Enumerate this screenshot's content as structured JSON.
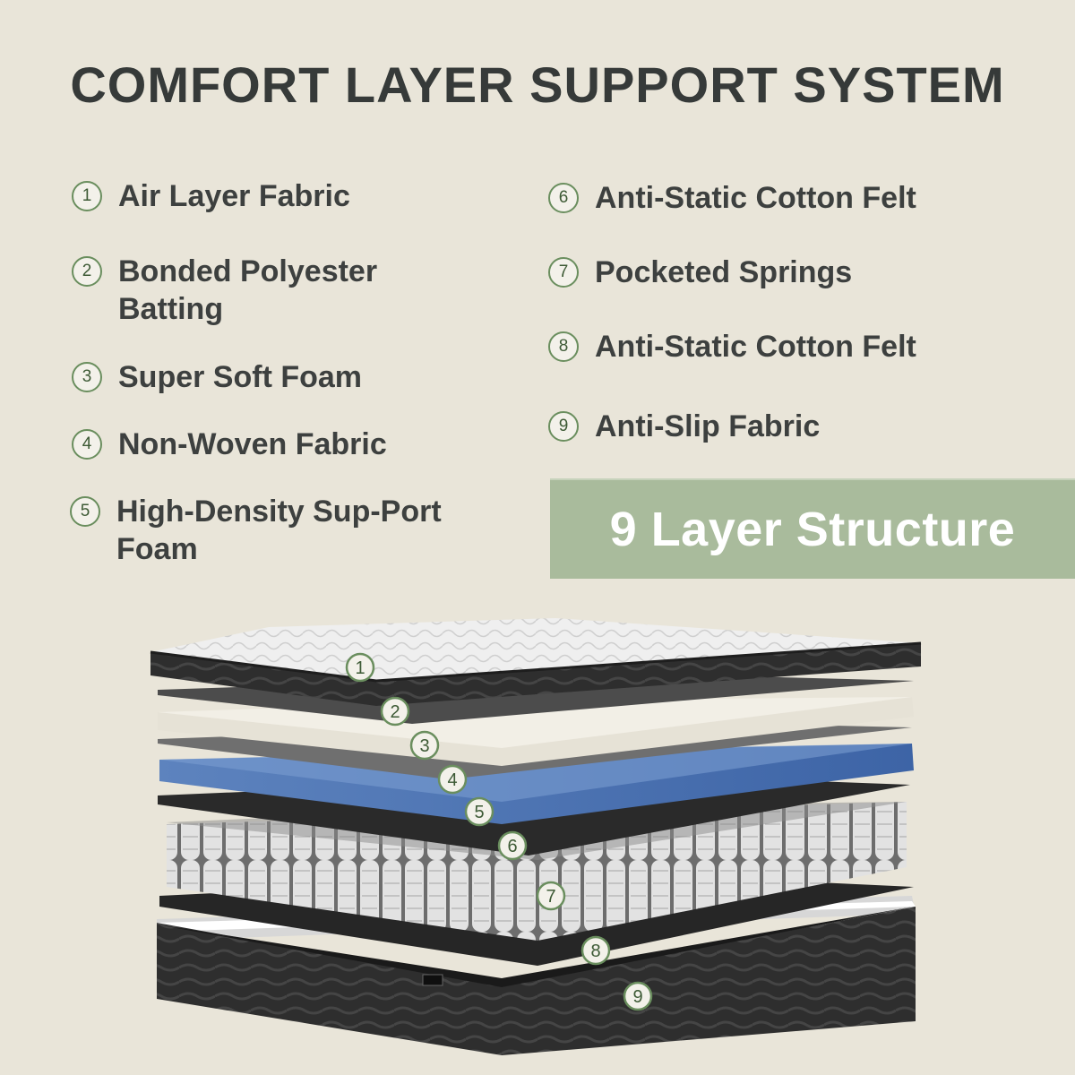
{
  "title": "COMFORT LAYER SUPPORT SYSTEM",
  "layers": [
    {
      "num": "1",
      "label": "Air Layer Fabric"
    },
    {
      "num": "2",
      "label": "Bonded Polyester Batting"
    },
    {
      "num": "3",
      "label": "Super Soft Foam"
    },
    {
      "num": "4",
      "label": "Non-Woven Fabric"
    },
    {
      "num": "5",
      "label": "High-Density Sup-Port Foam"
    },
    {
      "num": "6",
      "label": "Anti-Static Cotton Felt"
    },
    {
      "num": "7",
      "label": "Pocketed Springs"
    },
    {
      "num": "8",
      "label": "Anti-Static Cotton Felt"
    },
    {
      "num": "9",
      "label": "Anti-Slip Fabric"
    }
  ],
  "badge": "9 Layer Structure",
  "colors": {
    "background": "#e9e5d9",
    "badge": "#a9bb9c",
    "accent_green": "#6a8e5e",
    "foam_blue": "#4a72b0"
  }
}
